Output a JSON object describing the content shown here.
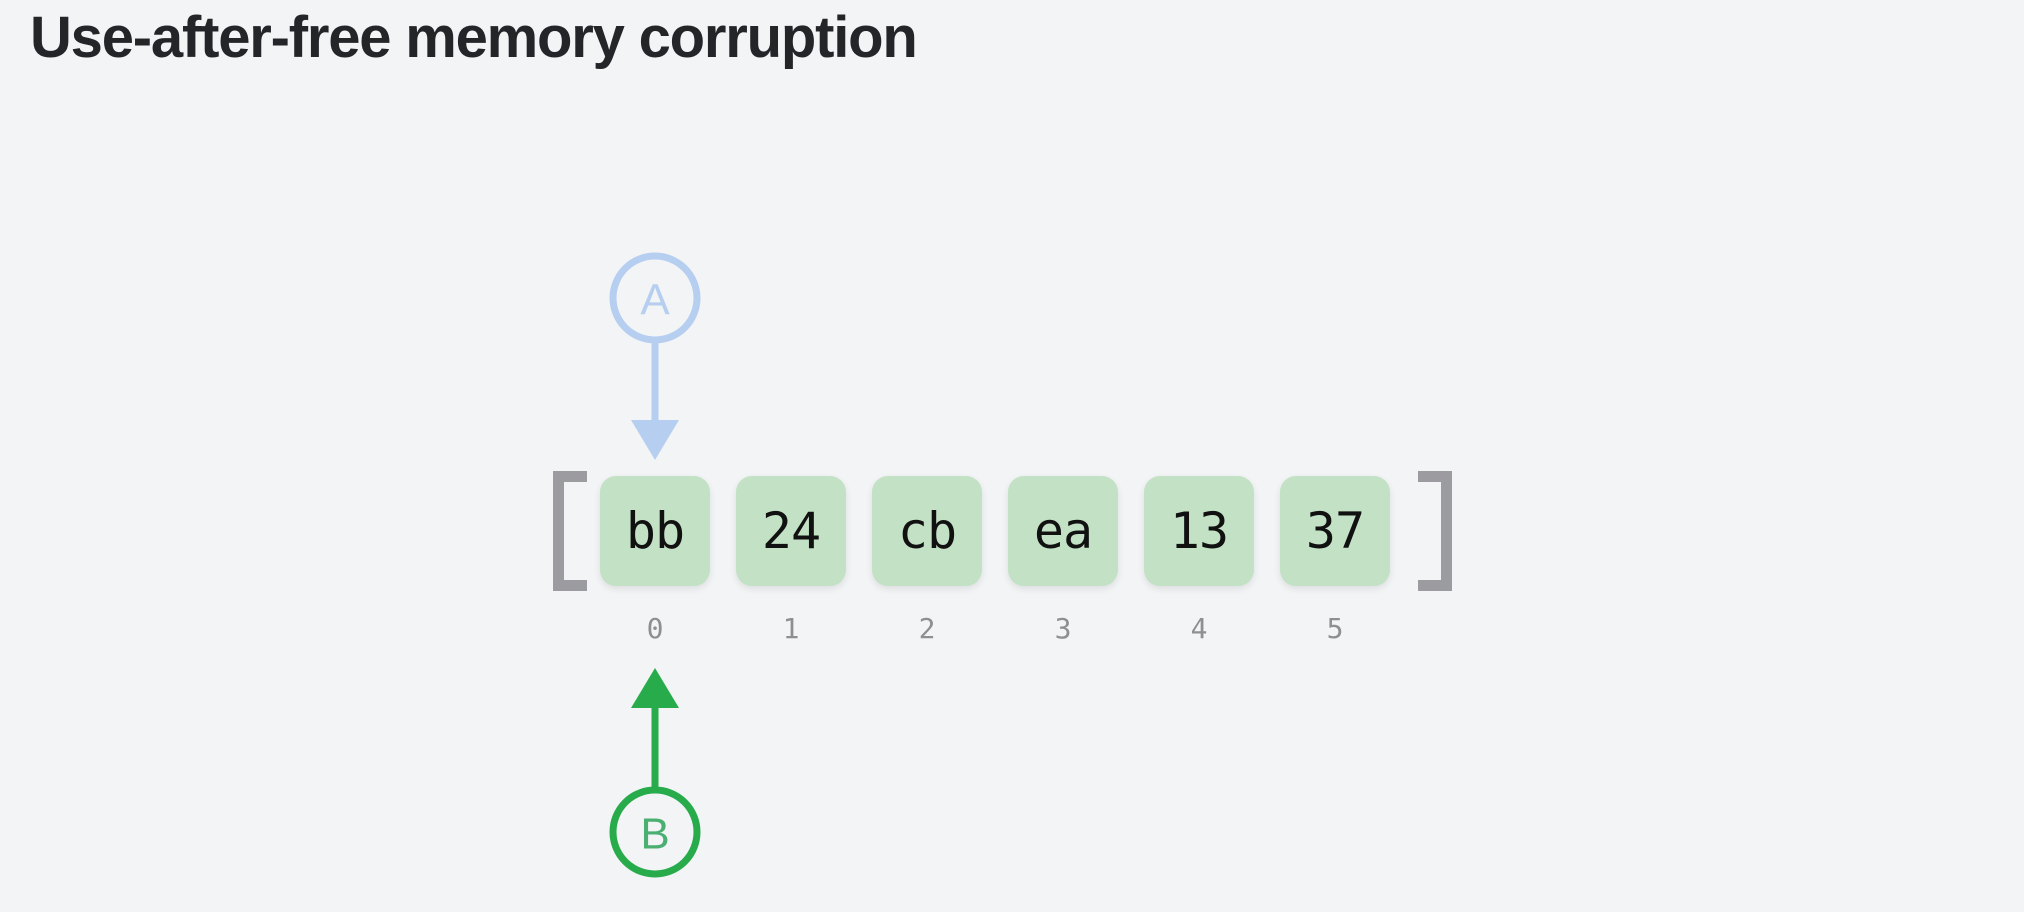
{
  "page": {
    "title": "Use-after-free memory corruption",
    "background_color": "#f3f4f6",
    "title_color": "#232529"
  },
  "diagram": {
    "type": "memory-array",
    "bracket_open": "[",
    "bracket_close": "]",
    "bracket_color": "#9c9ca0",
    "cell_fill_color": "#c3e2c5",
    "cell_text_color": "#111111",
    "index_label_color": "#8d8f93",
    "cells": [
      {
        "value": "bb",
        "index": "0"
      },
      {
        "value": "24",
        "index": "1"
      },
      {
        "value": "cb",
        "index": "2"
      },
      {
        "value": "ea",
        "index": "3"
      },
      {
        "value": "13",
        "index": "4"
      },
      {
        "value": "37",
        "index": "5"
      }
    ],
    "markers": [
      {
        "label": "A",
        "color": "#b6cef0",
        "position": "above",
        "points_to_index": "0",
        "arrow_direction": "down",
        "icon": "circled-letter-marker"
      },
      {
        "label": "B",
        "color": "#27ab4b",
        "letter_color": "#4caf72",
        "position": "below",
        "points_to_index": "0",
        "arrow_direction": "up",
        "icon": "circled-letter-marker"
      }
    ]
  }
}
